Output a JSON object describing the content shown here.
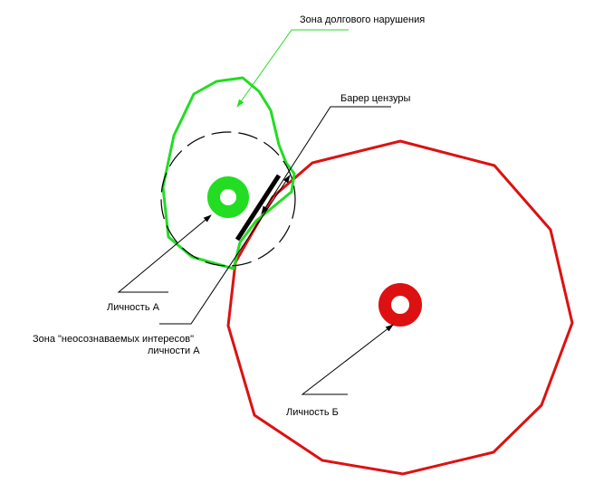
{
  "labels": {
    "zone_long_violation": "Зона долгового нарушения",
    "censorship_barrier": "Барер цензуры",
    "person_a": "Личность А",
    "unconscious_zone_line1": "Зона \"неосознаваемых интересов\"",
    "unconscious_zone_line2": "личности А",
    "person_b": "Личность Б"
  },
  "colors": {
    "person_a": "#22dd22",
    "person_b": "#dd1111",
    "lines": "#000000"
  }
}
